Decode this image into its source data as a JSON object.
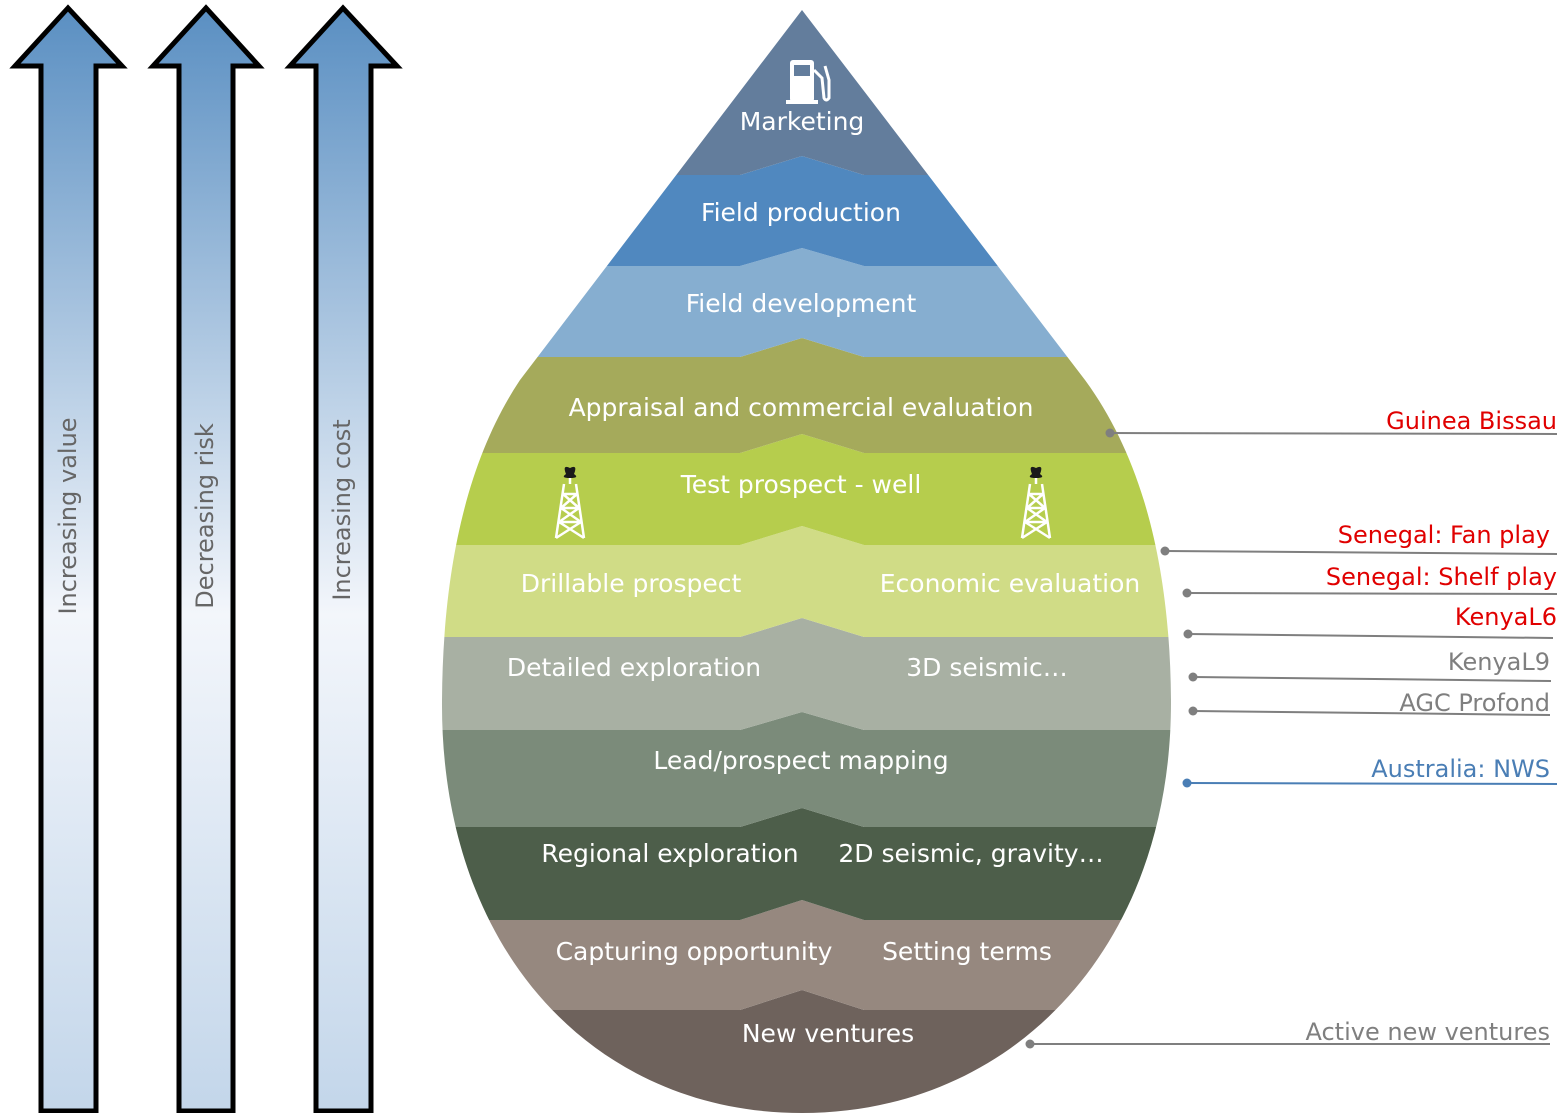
{
  "colors": {
    "arrow_top": "#5a8fc2",
    "arrow_bottom": "#f3f6fb",
    "active": "#e00000",
    "inactive": "#7f7f7f",
    "highlight": "#4a7eb5",
    "layer_text": "#ffffff"
  },
  "arrows": [
    {
      "label": "Increasing value"
    },
    {
      "label": "Decreasing risk"
    },
    {
      "label": "Increasing cost"
    }
  ],
  "layers": [
    {
      "id": "marketing",
      "color": "#637d9c",
      "labels": [
        "Marketing"
      ],
      "icon": "fuel-pump-icon"
    },
    {
      "id": "field-production",
      "color": "#5088bf",
      "labels": [
        "Field production"
      ]
    },
    {
      "id": "field-development",
      "color": "#86aed0",
      "labels": [
        "Field development"
      ]
    },
    {
      "id": "appraisal",
      "color": "#a5aa5b",
      "labels": [
        "Appraisal and commercial evaluation"
      ]
    },
    {
      "id": "test-prospect",
      "color": "#b6cd4d",
      "labels": [
        "Test prospect - well"
      ],
      "icon": "drilling-rig-icon"
    },
    {
      "id": "drillable-prospect",
      "color": "#d0dc86",
      "labels": [
        "Drillable prospect",
        "Economic evaluation"
      ]
    },
    {
      "id": "detailed-exploration",
      "color": "#a8b0a3",
      "labels": [
        "Detailed exploration",
        "3D seismic…"
      ]
    },
    {
      "id": "lead-prospect-mapping",
      "color": "#7b8b7a",
      "labels": [
        "Lead/prospect mapping"
      ]
    },
    {
      "id": "regional-exploration",
      "color": "#4d5e4a",
      "labels": [
        "Regional exploration",
        "2D seismic, gravity…"
      ]
    },
    {
      "id": "capturing-opportunity",
      "color": "#96887f",
      "labels": [
        "Capturing opportunity",
        "Setting terms"
      ]
    },
    {
      "id": "new-ventures",
      "color": "#6e625c",
      "labels": [
        "New ventures"
      ]
    }
  ],
  "callouts": [
    {
      "label": "Guinea Bissau",
      "status": "active"
    },
    {
      "label": "Senegal: Fan play",
      "status": "active"
    },
    {
      "label": "Senegal: Shelf play",
      "status": "active"
    },
    {
      "label": "KenyaL6",
      "status": "active"
    },
    {
      "label": "KenyaL9",
      "status": "inactive"
    },
    {
      "label": "AGC Profond",
      "status": "inactive"
    },
    {
      "label": "Australia: NWS",
      "status": "highlight"
    },
    {
      "label": "Active new ventures",
      "status": "inactive"
    }
  ]
}
